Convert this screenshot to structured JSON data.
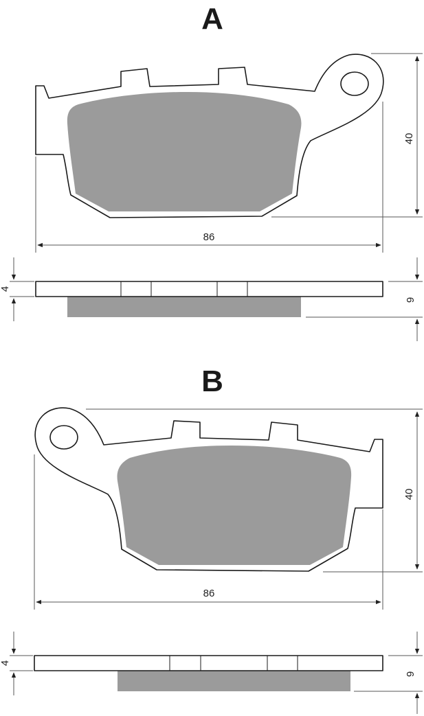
{
  "pad_a": {
    "label": "A",
    "width_dim": "86",
    "height_dim": "40",
    "backing_thickness_dim": "4",
    "total_thickness_dim": "9"
  },
  "pad_b": {
    "label": "B",
    "width_dim": "86",
    "height_dim": "40",
    "backing_thickness_dim": "4",
    "total_thickness_dim": "9"
  },
  "colors": {
    "friction_material": "#9b9b9b",
    "outline": "#1a1a1a",
    "background": "#ffffff"
  }
}
